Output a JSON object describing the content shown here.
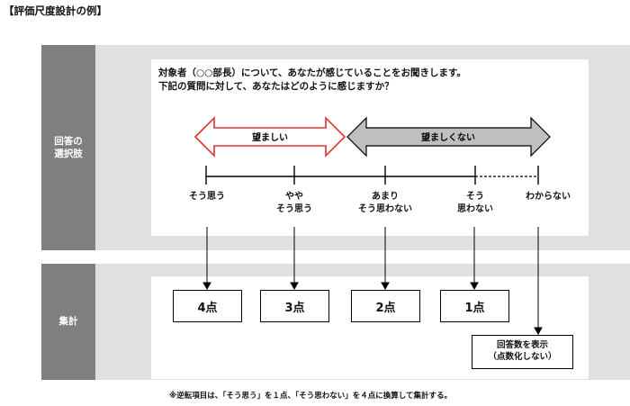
{
  "title": "【評価尺度設計の例】",
  "sections": {
    "answer_label": [
      "回答の",
      "選択肢"
    ],
    "tally_label": "集計"
  },
  "question": {
    "line1": "対象者（○○部長）について、あなたが感じていることをお聞きします。",
    "line2": "下記の質問に対して、あなたはどのように感じますか？"
  },
  "arrows": {
    "desirable": "望ましい",
    "undesirable": "望ましくない"
  },
  "options": [
    {
      "lines": [
        "そう思う"
      ],
      "score": "4点"
    },
    {
      "lines": [
        "やや",
        "そう思う"
      ],
      "score": "3点"
    },
    {
      "lines": [
        "あまり",
        "そう思わない"
      ],
      "score": "2点"
    },
    {
      "lines": [
        "そう",
        "思わない"
      ],
      "score": "1点"
    },
    {
      "lines": [
        "わからない"
      ]
    }
  ],
  "na_result": [
    "回答数を表示",
    "（点数化しない）"
  ],
  "footnote": "※逆転項目は、「そう思う」を１点、「そう思わない」を４点に換算して集計する。",
  "colors": {
    "desirable_stroke": "#e03030",
    "undesirable_fill": "#bfbfbf",
    "label_bg": "#7f7f7f",
    "band_bg": "#e0e0e0"
  }
}
